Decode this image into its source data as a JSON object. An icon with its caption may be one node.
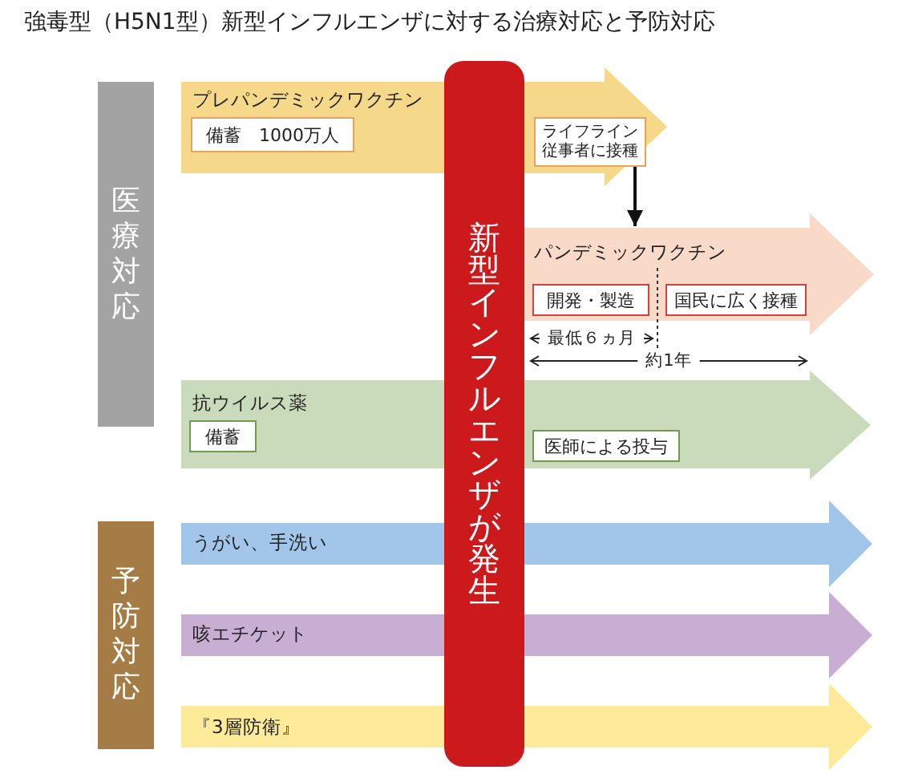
{
  "diagram": {
    "title": "強毒型（H5N1型）新型インフルエンザに対する治療対応と予防対応",
    "nodes": [
      {
        "text": [
          "医療対応"
        ]
      },
      {
        "text": [
          "予防対応"
        ]
      },
      {
        "text": [
          "新型インフルエンザが発生"
        ]
      },
      {
        "text": [
          "プレパンデミックワクチン"
        ]
      },
      {
        "text": [
          "備蓄　1000万人"
        ],
        "in": 3
      },
      {
        "text": [
          "ライフライン従事者に接種"
        ],
        "in": 3
      },
      {
        "text": [
          "パンデミックワクチン"
        ]
      },
      {
        "text": [
          "開発・製造"
        ],
        "in": 6
      },
      {
        "text": [
          "国民に広く接種"
        ],
        "in": 6
      },
      {
        "text": [
          "抗ウイルス薬"
        ]
      },
      {
        "text": [
          "備蓄"
        ],
        "in": 9
      },
      {
        "text": [
          "医師による投与"
        ],
        "in": 9
      },
      {
        "text": [
          "うがい、手洗い"
        ]
      },
      {
        "text": [
          "咳エチケット"
        ]
      },
      {
        "text": [
          "『3層防衛』"
        ]
      }
    ],
    "edges": [
      {
        "from": 5,
        "to": 6,
        "arrow": "to"
      }
    ],
    "labels": [
      "最低６ヵ月",
      "約1年"
    ]
  }
}
